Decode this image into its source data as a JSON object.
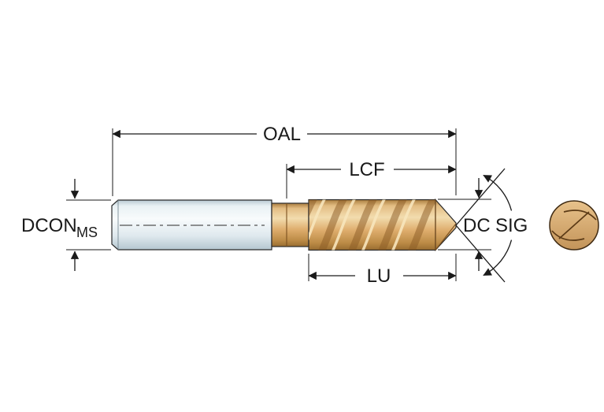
{
  "figure": {
    "labels": {
      "oal": "OAL",
      "lcf": "LCF",
      "lu": "LU",
      "dcon": "DCON",
      "dcon_subscript": "MS",
      "dc": "DC",
      "sig": "SIG"
    },
    "colors": {
      "background": "#ffffff",
      "line": "#1a1a1a",
      "shank": "#dde7ec",
      "flute": "#dfae6e",
      "end_view": "#dcaf76"
    }
  }
}
